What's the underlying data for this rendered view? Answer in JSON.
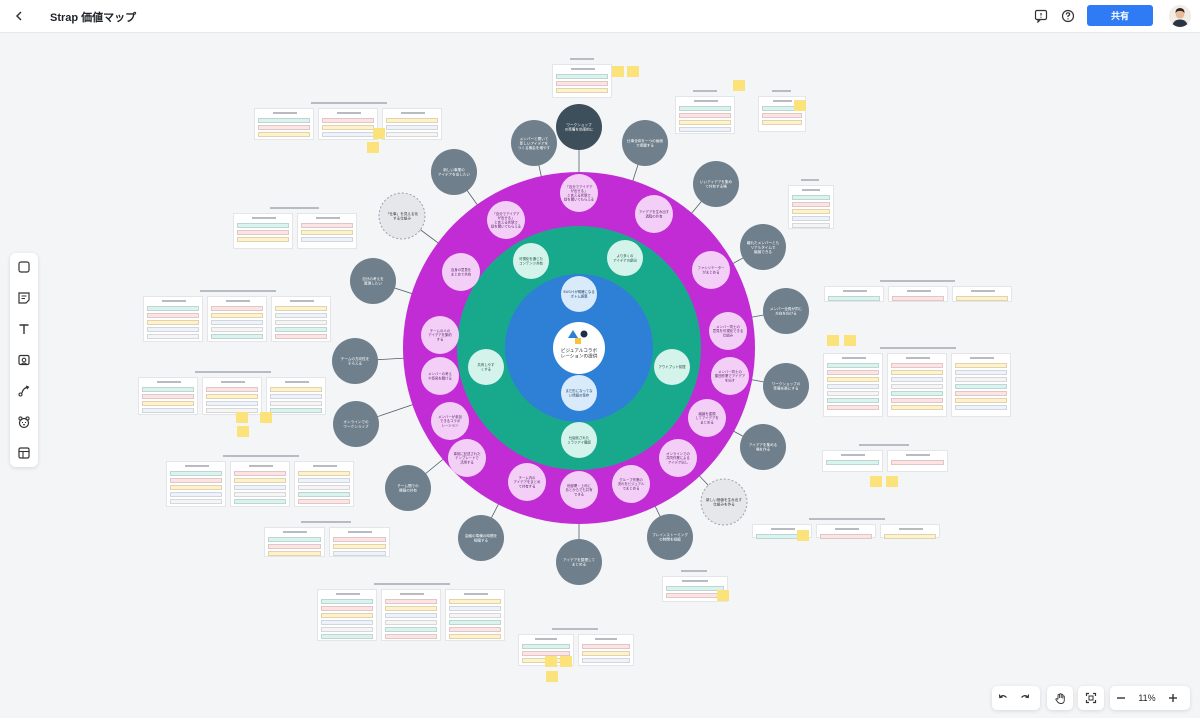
{
  "header": {
    "title": "Strap 価値マップ",
    "share_label": "共有"
  },
  "colors": {
    "outer_ring": "#c22cd4",
    "middle_ring": "#18a98d",
    "inner_ring": "#2e7fd6",
    "item_bubble": "#f3cff7",
    "teal_bubble": "#d4f3ea",
    "gray_node": "#6f7f8c",
    "dashed_node": "#e5e7ea",
    "accent": "#2f7bf5",
    "sticky": "#fbe27a"
  },
  "icons": {
    "back": "chevron-left-icon",
    "comment": "comment-icon",
    "help": "help-icon",
    "shape": "square-icon",
    "sticky": "sticky-note-icon",
    "text": "text-icon",
    "image": "image-icon",
    "connector": "connector-icon",
    "template": "bear-icon",
    "layout": "layout-icon",
    "undo": "undo-icon",
    "redo": "redo-icon",
    "hand": "hand-icon",
    "fit": "fit-screen-icon",
    "zoom_out": "minus-icon",
    "zoom_in": "plus-icon"
  },
  "zoom": {
    "level": "11%"
  },
  "map": {
    "center_label": "ビジュアルコラボレーションの提供",
    "inner_nodes": [
      "5Ｗ1Ｈが明確になる\nボトム調整",
      "まだ形になってな\nい情報の保存"
    ],
    "teal_nodes": [
      "可視化を通じた\nコンテンツ共有",
      "より多くの\nアイデアの創出",
      "共有しやす\nくする",
      "アウトプット前提",
      "仕組化された\nミラツアイ確認"
    ],
    "pink_nodes": [
      "「自分でアイデア\nが出せる」\nと言える状態で\n話を聞いてもらえる",
      "アイデアを生み出す\n過程の共有",
      "ファシリテーター\nがまとめる",
      "メンバー同士の\n意見を可視化できる\n仕組み",
      "メンバー同士の\n集団作業でアイデア\nを出す",
      "議論を重視\nしてアイデアを\nまとめる",
      "オンラインでの\n共同作業による\nアイデア出し",
      "グループ作業の\n流れをビジュアル\nでまとめる",
      "他部署・上司に\nあとからでも共有\nできる",
      "チーム内の\nアイデアをまとめ\nて共有する",
      "事前に記述された\nテンプレートで\n活用する",
      "メンバーが参加\nできるコラボ\nレーション",
      "メンバーの考え\nや意見を聞ける",
      "チームの人の\nアイデアを集約\nする",
      "自身の意見を\nまとめて共有"
    ],
    "gray_nodes": [
      "メンバーと開いて\n新しいアイデアを\nつくる機会を増やす",
      "ワークショップ\nの準備を効率的に",
      "仕事全体を一つの画面\nで把握する",
      "いいアイデアを集め\nて共有する場",
      "離れたメンバーとも\nリアルタイムで\n議論できる",
      "メンバー全員が同じ\n方向を向ける",
      "ワークショップの\n準備を楽にする",
      "アイデアを集める\n場を作る",
      "ブレインストーミング\nの時間を短縮",
      "アイデアを整理して\nまとめる",
      "会議の準備の時間を\n短縮する",
      "チーム間での\n情報の共有",
      "オンラインでの\nワークショップ",
      "チームの方向性を\nそろえる",
      "自分の考えを\n整理したい",
      "新しい事業の\nアイデアを出したい"
    ],
    "dashed_nodes": [
      "「仕事」を見える化\nする仕組み",
      "新しい価値を生み出す\n仕組みを作る"
    ]
  }
}
